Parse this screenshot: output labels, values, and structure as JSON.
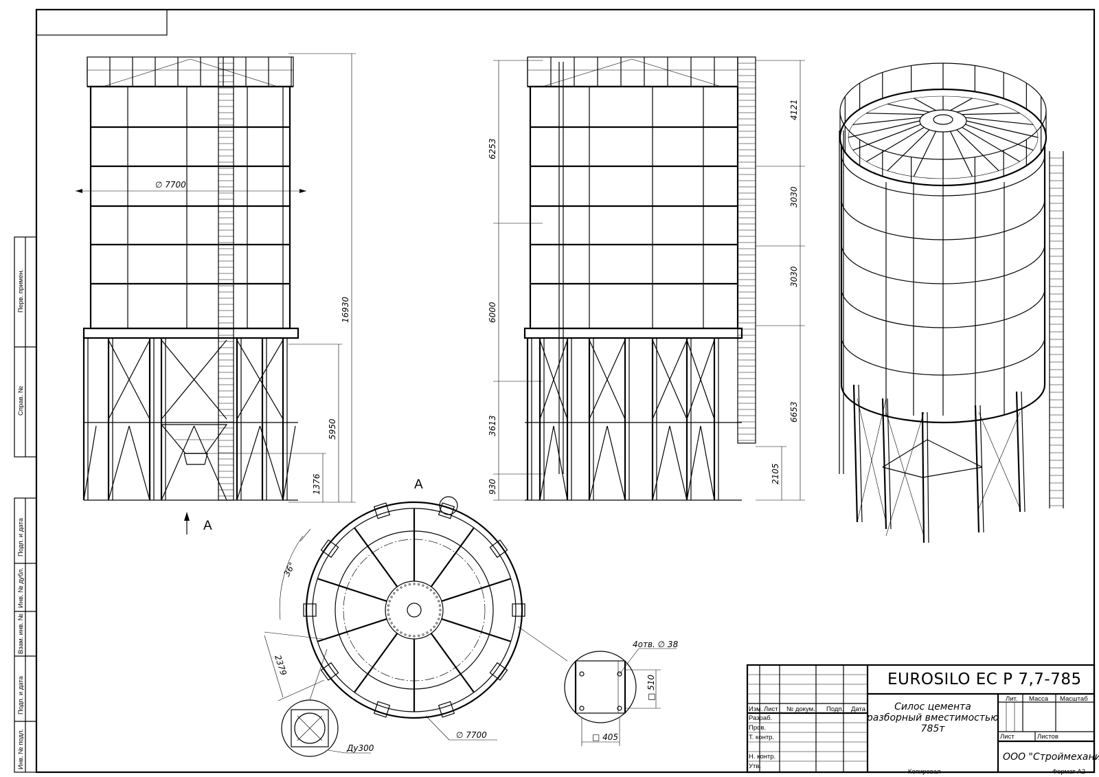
{
  "title_block": {
    "code": "EUROSILO EC P 7,7-785",
    "description_line1": "Силос цемента",
    "description_line2": "разборный вместимостью",
    "description_line3": "785т",
    "company": "ООО \"Строймеханика\"",
    "headers": {
      "izm": "Изм.",
      "list": "Лист",
      "doc": "№ докум.",
      "sign": "Подп.",
      "date": "Дата"
    },
    "roles": [
      "Разраб.",
      "Пров.",
      "Т. контр.",
      "Н. контр.",
      "Утв."
    ],
    "lit": "Лит.",
    "mass": "Масса",
    "scale": "Масштаб",
    "sheet": "Лист",
    "sheets": "Листов"
  },
  "footer": {
    "copied": "Копировал",
    "format": "Формат А2"
  },
  "side_stamp": [
    "Перв. примен.",
    "Справ. №",
    "Подп. и дата",
    "Инв. № дубл.",
    "Взам. инв. №",
    "Подп. и дата",
    "Инв. № подл."
  ],
  "front_view": {
    "diameter": "∅ 7700",
    "height_total": "16930",
    "height_support": "5950",
    "height_outlet": "1376",
    "view_arrow_label": "A"
  },
  "side_view": {
    "left_dims": [
      "6253",
      "6000",
      "3613",
      "930"
    ],
    "right_dims": [
      "4121",
      "3030",
      "3030",
      "6653",
      "2105"
    ]
  },
  "plan_view": {
    "title": "A",
    "angle": "36°",
    "chord": "2379",
    "diameter": "∅ 7700",
    "nozzle": "Ду300"
  },
  "detail": {
    "holes": "4отв. ∅ 38",
    "width": "□ 405",
    "height": "□ 510"
  }
}
